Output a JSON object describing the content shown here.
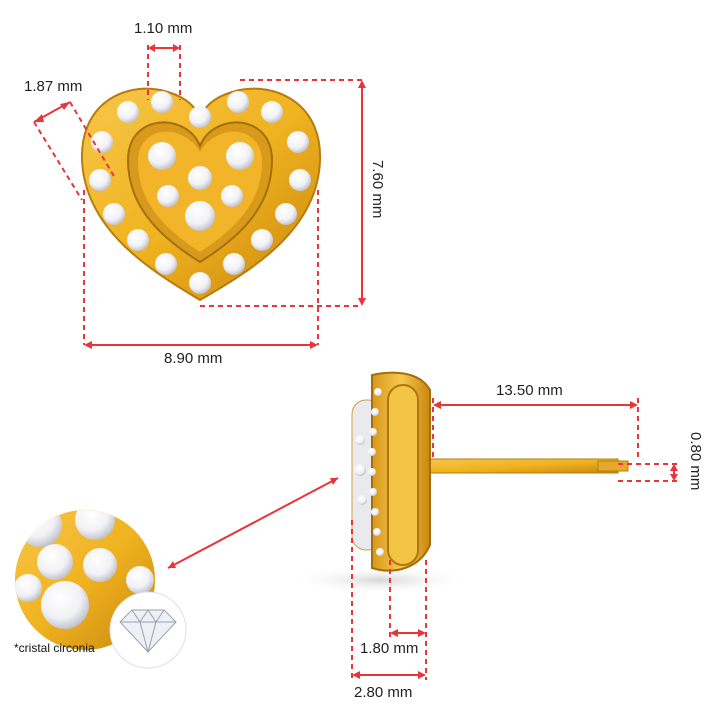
{
  "product": {
    "metal_color": "#f0b320",
    "metal_shadow": "#c9860f",
    "stone_color": "#ffffff",
    "dimension_line_color": "#e8353b"
  },
  "front_view": {
    "stone_width_label": "1.10 mm",
    "border_width_label": "1.87 mm",
    "height_label": "7.60 mm",
    "width_label": "8.90 mm"
  },
  "side_view": {
    "post_length_label": "13.50 mm",
    "post_diameter_label": "0.80 mm",
    "back_depth_label": "1.80 mm",
    "total_depth_label": "2.80 mm"
  },
  "detail_view": {
    "stone_note": "*cristal circonia"
  }
}
